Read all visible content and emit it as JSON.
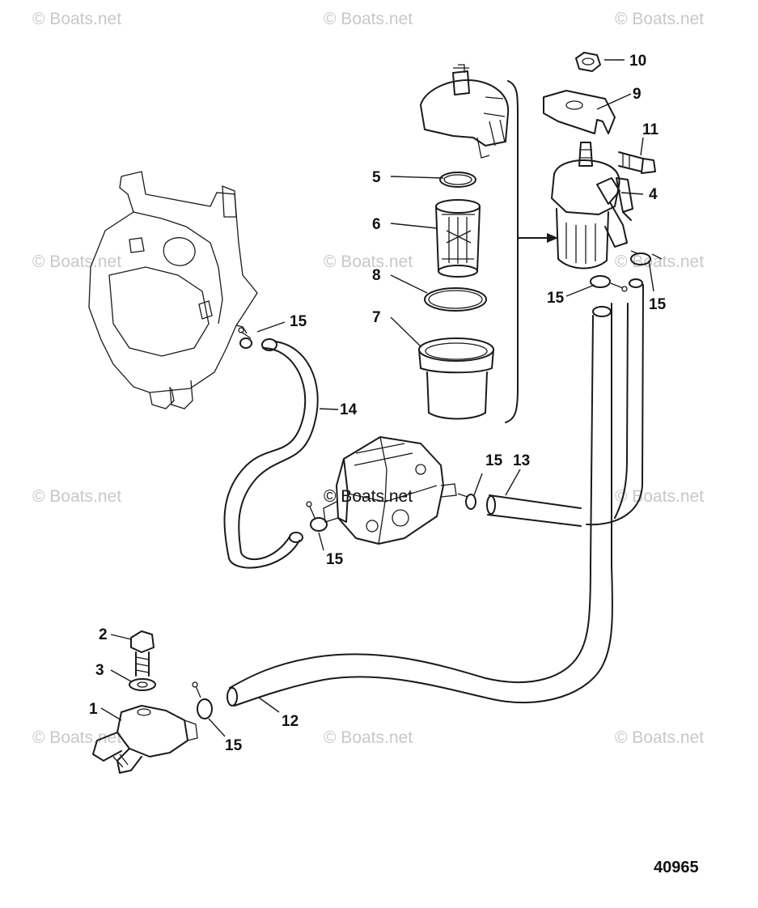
{
  "watermark": "© Boats.net",
  "reference_number": "40965",
  "callouts": [
    "1",
    "2",
    "3",
    "4",
    "5",
    "6",
    "7",
    "8",
    "9",
    "10",
    "11",
    "12",
    "13",
    "14",
    "15"
  ]
}
